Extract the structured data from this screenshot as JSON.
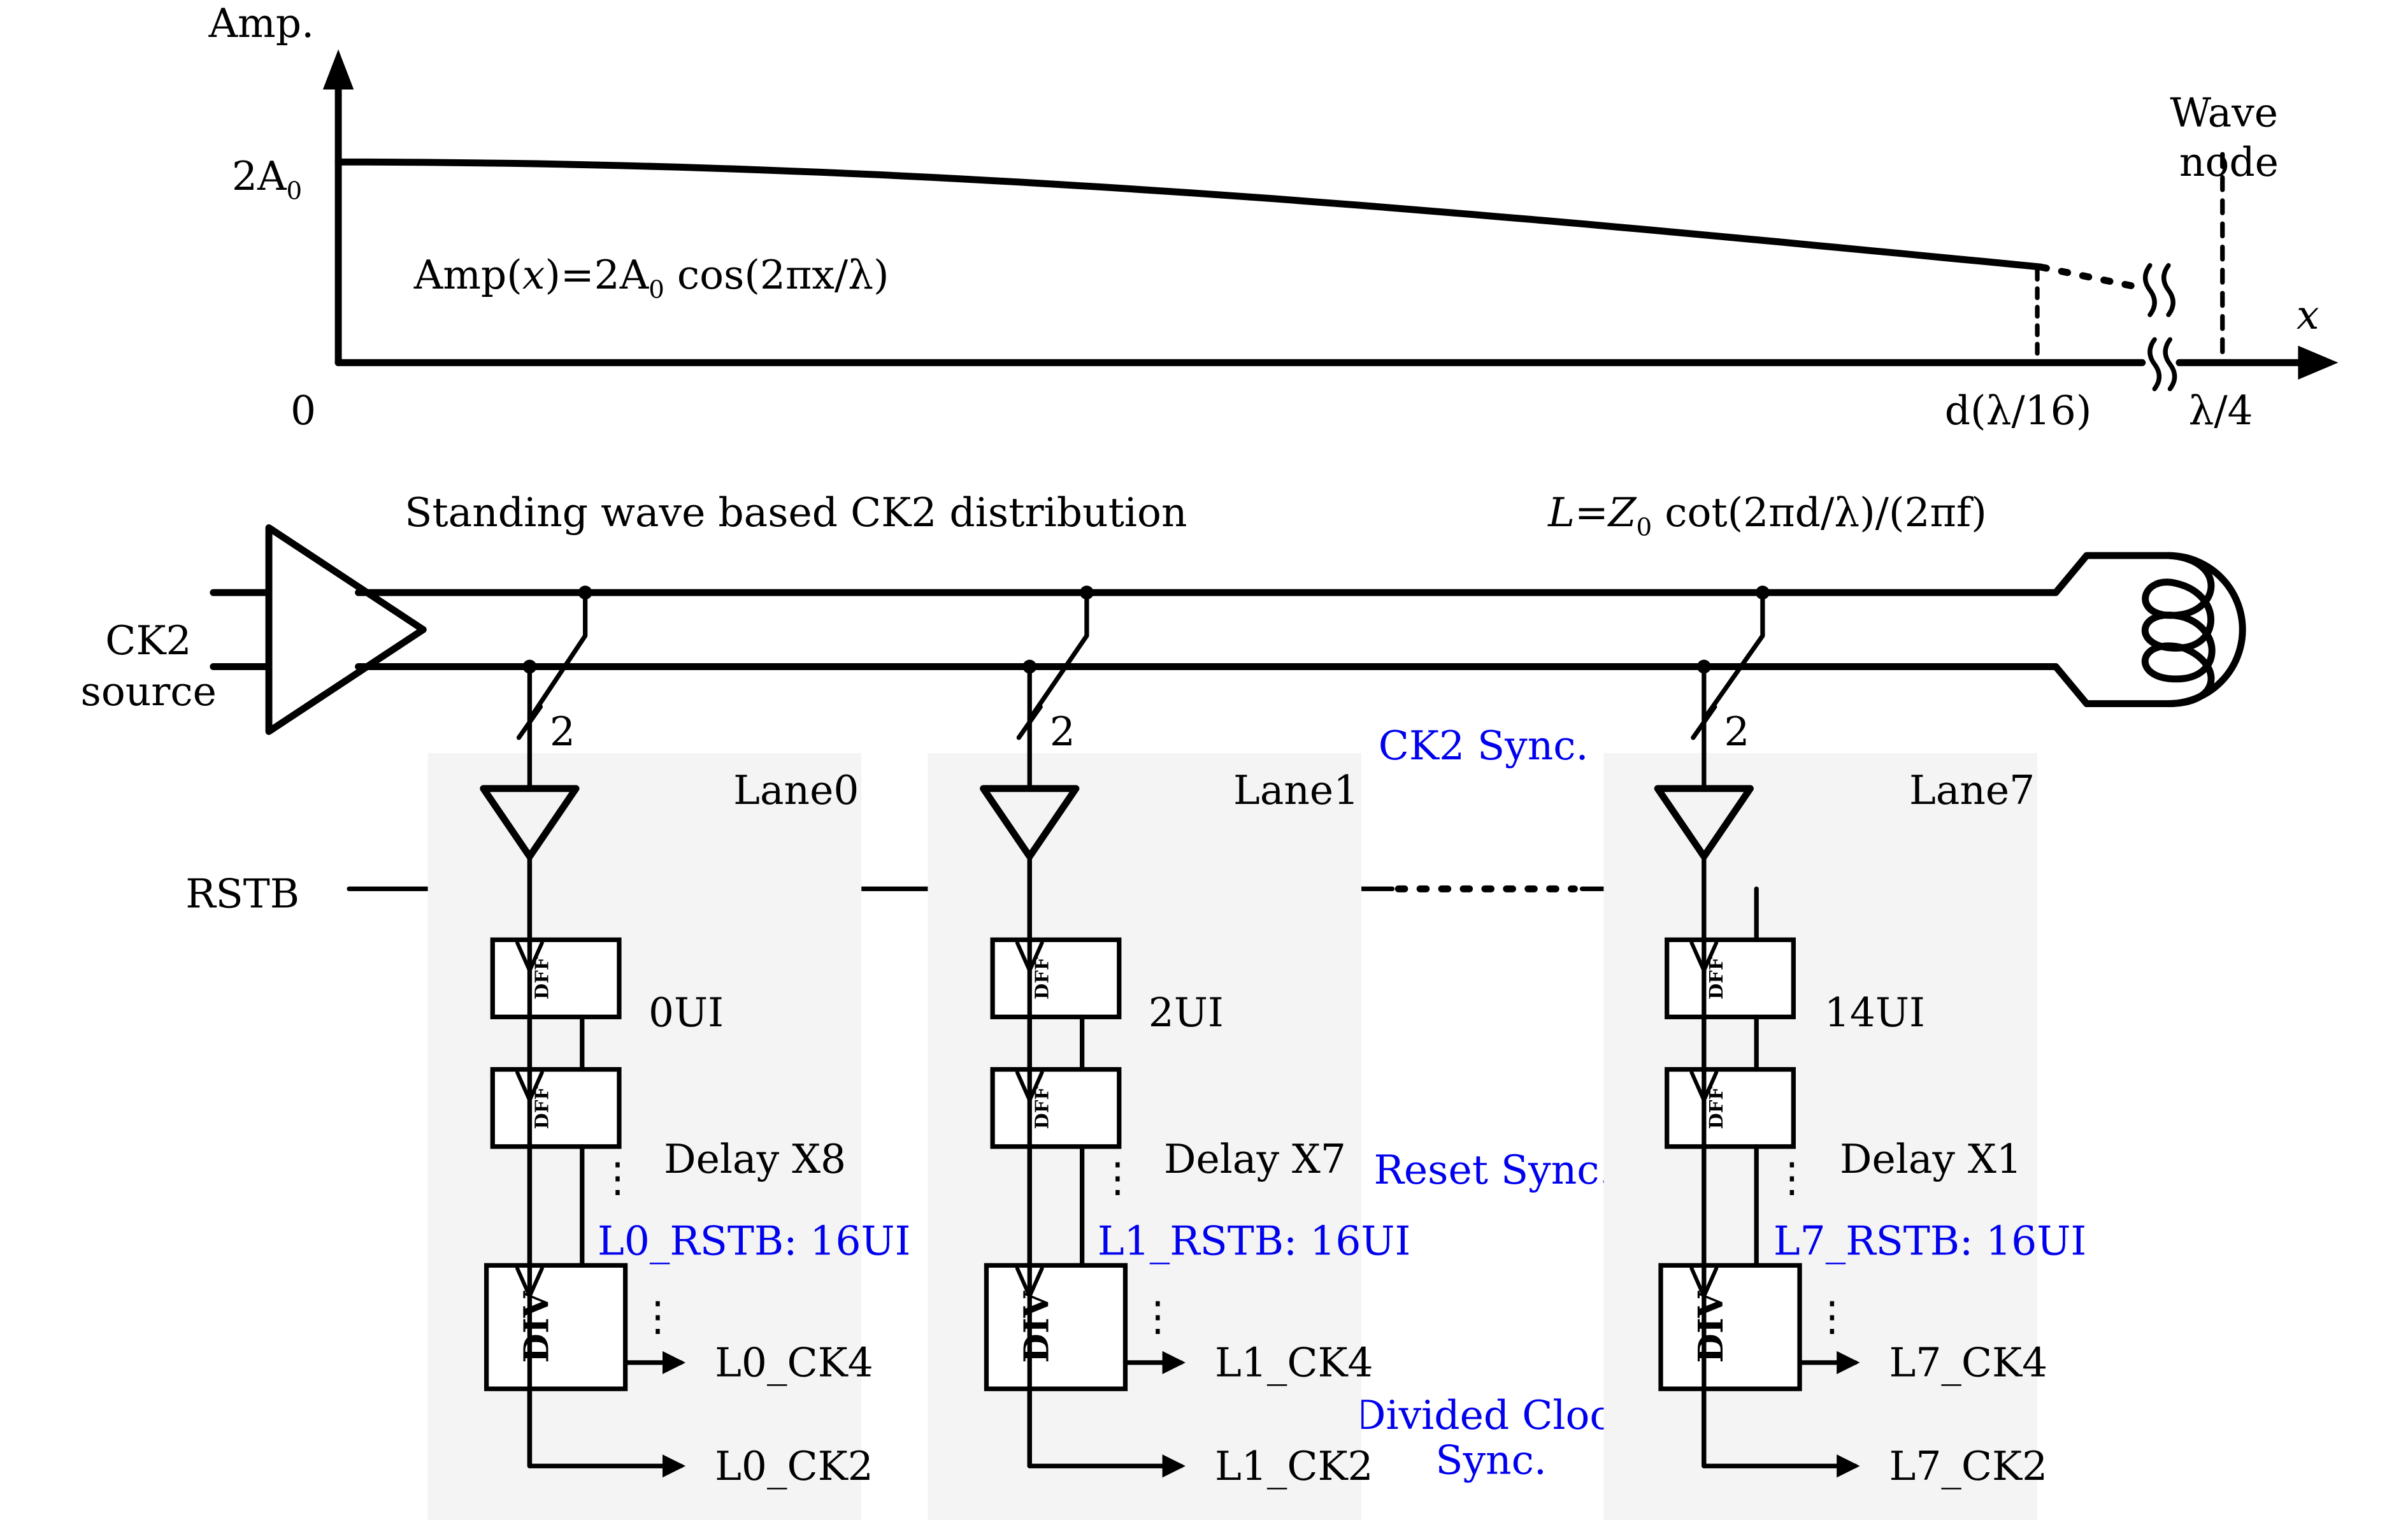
{
  "plot": {
    "y_axis_label": "Amp.",
    "y_tick_2A0": "2A",
    "y_tick_2A0_sub": "0",
    "origin_label": "0",
    "x_axis_label": "x",
    "formula_prefix": "Amp(",
    "formula_var": "x",
    "formula_mid": ")=2A",
    "formula_sub": "0",
    "formula_suffix": " cos(2πx/λ)",
    "tick_d_label": "d(λ/16)",
    "tick_quarter_label": "λ/4",
    "wave_node_line1": "Wave",
    "wave_node_line2": "node",
    "curve": {
      "function": "2*A0*cos(2*pi*x/lambda)",
      "x_range_solid": [
        "0",
        "λ/16"
      ],
      "x_range_dashed_continuation": true,
      "axis_break_before": "λ/4"
    }
  },
  "distribution": {
    "title": "Standing wave based CK2 distribution",
    "inductor_formula_L": "L",
    "inductor_formula_eq": "=Z",
    "inductor_formula_sub": "0",
    "inductor_formula_rest": " cot(2πd/λ)/(2πf)",
    "source_label_line1": "CK2",
    "source_label_line2": "source",
    "bus_width": "2",
    "ck2_sync_label": "CK2 Sync.",
    "reset_sync_label": "Reset Sync.",
    "divided_clock_sync_line1": "Divided Clock",
    "divided_clock_sync_line2": "Sync.",
    "rstb_label": "RSTB",
    "dff_label": "DFF",
    "div_label": "DIV",
    "ellipsis": "⋮"
  },
  "lanes": [
    {
      "name": "Lane0",
      "delay_ui": "0UI",
      "delay_count": "Delay X8",
      "rstb_label": "L0_RSTB: 16UI",
      "ck4_label": "L0_CK4",
      "ck2_label": "L0_CK2"
    },
    {
      "name": "Lane1",
      "delay_ui": "2UI",
      "delay_count": "Delay X7",
      "rstb_label": "L1_RSTB: 16UI",
      "ck4_label": "L1_CK4",
      "ck2_label": "L1_CK2"
    },
    {
      "name": "Lane7",
      "delay_ui": "14UI",
      "delay_count": "Delay X1",
      "rstb_label": "L7_RSTB: 16UI",
      "ck4_label": "L7_CK4",
      "ck2_label": "L7_CK2"
    }
  ],
  "colors": {
    "annotation_blue": "#0000ee",
    "lane_background": "#f4f4f4",
    "line": "#000000"
  }
}
